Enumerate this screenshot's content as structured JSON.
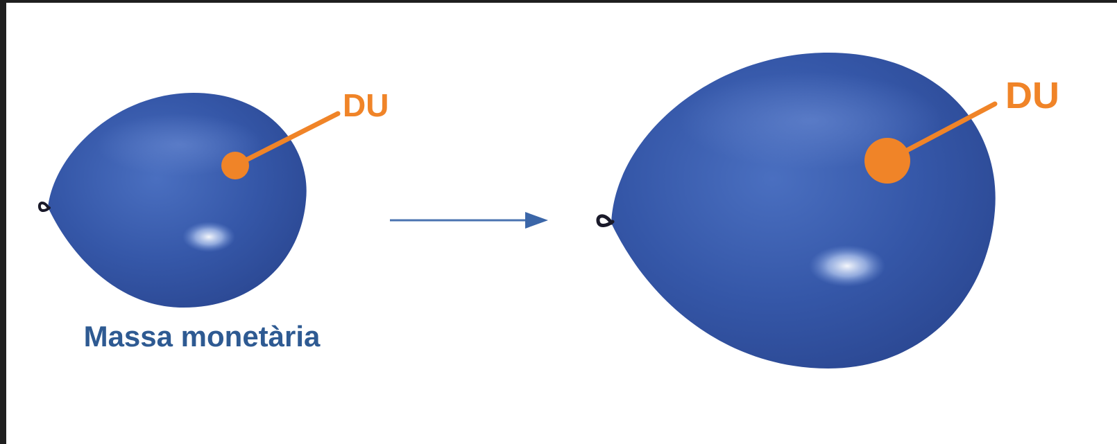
{
  "diagram": {
    "left_balloon": {
      "label": "DU",
      "caption": "Massa monetària"
    },
    "right_balloon": {
      "label": "DU"
    }
  },
  "colors": {
    "balloon_blue": "#3557a8",
    "marker_orange": "#f08428",
    "caption_blue": "#2e5a92",
    "arrow_blue": "#4a73b0"
  }
}
